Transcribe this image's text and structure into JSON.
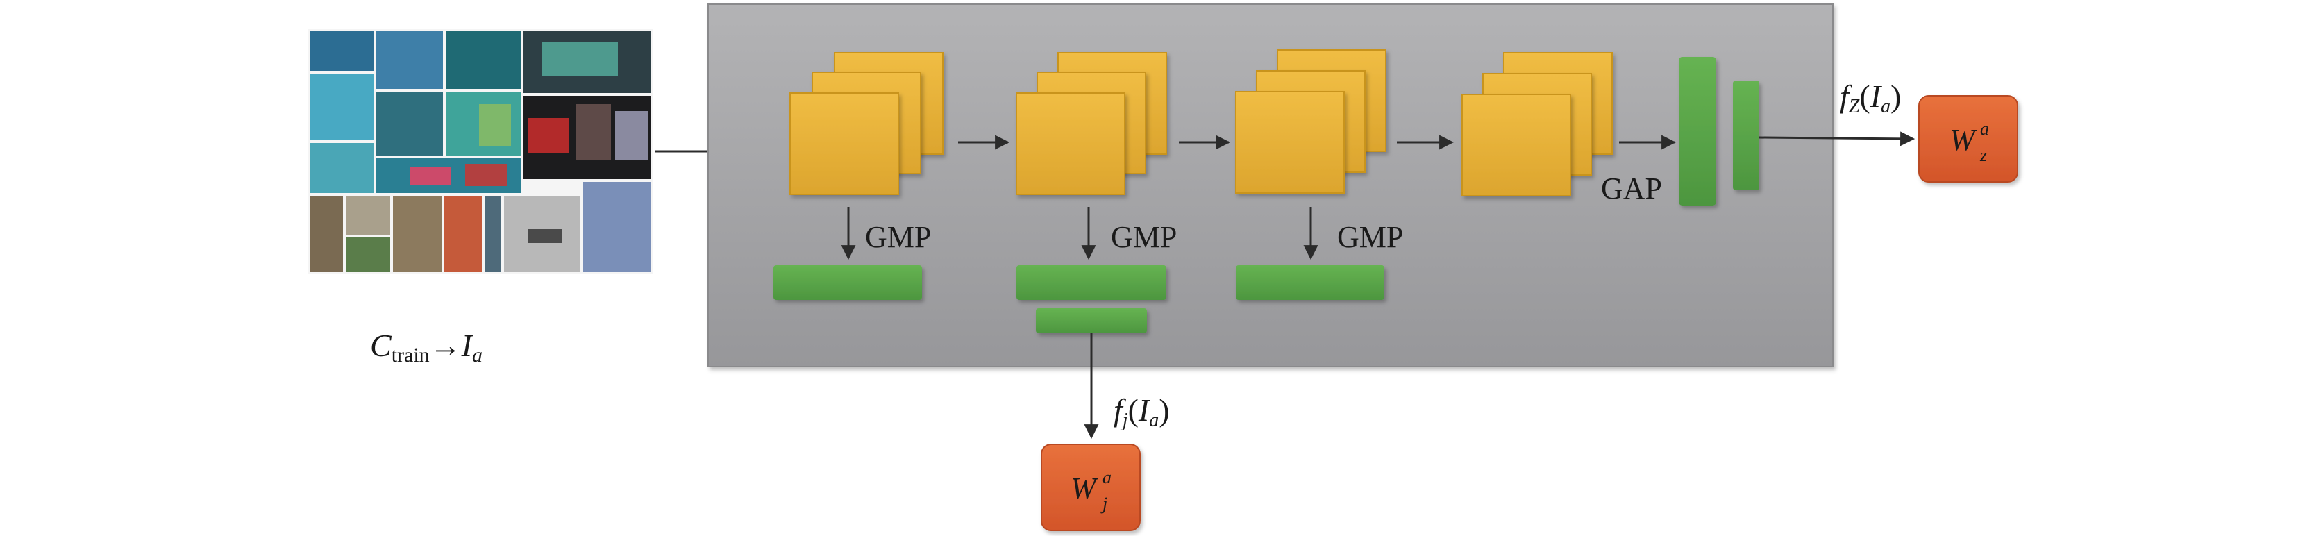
{
  "input_label": {
    "c": "C",
    "c_sub": "train",
    "arrow": "→",
    "i": "I",
    "i_sub": "a"
  },
  "gmp_labels": [
    "GMP",
    "GMP",
    "GMP"
  ],
  "gap_label": "GAP",
  "fj_label": {
    "f": "f",
    "f_sub": "j",
    "open": "(",
    "i": "I",
    "i_sub": "a",
    "close": ")"
  },
  "fz_label": {
    "f": "f",
    "f_sub": "Z",
    "open": "(",
    "i": "I",
    "i_sub": "a",
    "close": ")"
  },
  "wj_box": {
    "w": "W",
    "sup": "a",
    "sub": "j"
  },
  "wz_box": {
    "w": "W",
    "sup": "a",
    "sub": "z"
  },
  "colors": {
    "panel": "#9b9b9d",
    "feature_map": "#e9b33a",
    "feature_vector": "#5aa64a",
    "classifier": "#df6332",
    "arrow": "#2b2b2b"
  },
  "icons": [
    "image-collage",
    "feature-map-stack",
    "pooled-vector",
    "classifier-box",
    "flow-arrow"
  ]
}
